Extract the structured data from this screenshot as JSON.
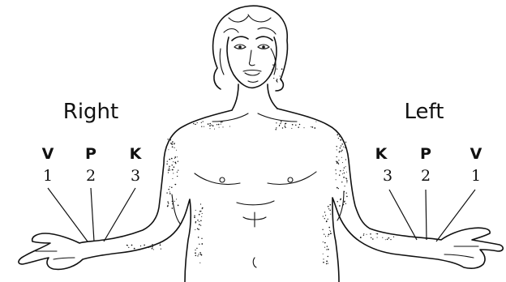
{
  "right": {
    "title": "Right",
    "positions": [
      {
        "dosha": "V",
        "number": "1"
      },
      {
        "dosha": "P",
        "number": "2"
      },
      {
        "dosha": "K",
        "number": "3"
      }
    ]
  },
  "left": {
    "title": "Left",
    "positions": [
      {
        "dosha": "K",
        "number": "3"
      },
      {
        "dosha": "P",
        "number": "2"
      },
      {
        "dosha": "V",
        "number": "1"
      }
    ]
  },
  "figure": {
    "icon": "human-figure-outstretched-arms",
    "line_color": "#111111",
    "background": "#ffffff"
  }
}
